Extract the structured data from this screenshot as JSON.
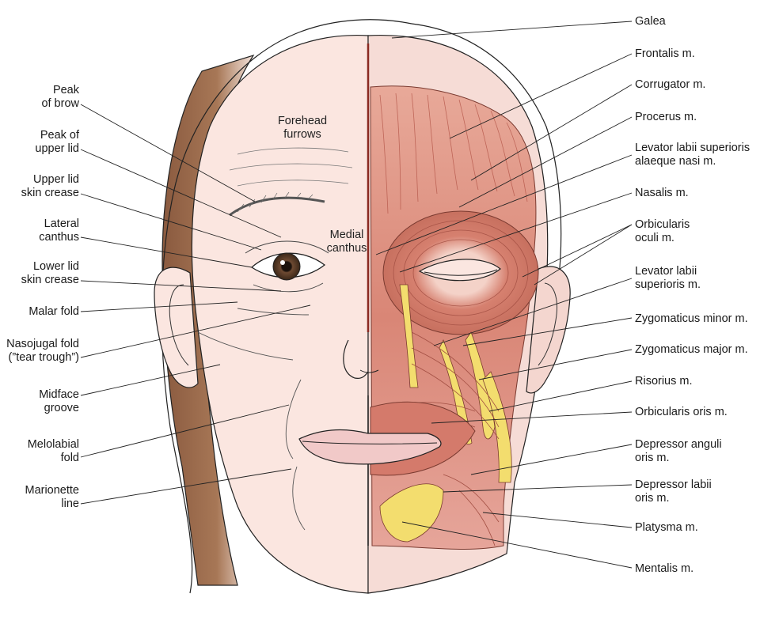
{
  "left_labels": [
    {
      "lines": [
        "Peak",
        "of brow"
      ]
    },
    {
      "lines": [
        "Peak of",
        "upper lid"
      ]
    },
    {
      "lines": [
        "Upper lid",
        "skin crease"
      ]
    },
    {
      "lines": [
        "Lateral",
        "canthus"
      ]
    },
    {
      "lines": [
        "Lower lid",
        "skin crease"
      ]
    },
    {
      "lines": [
        "Malar fold"
      ]
    },
    {
      "lines": [
        "Nasojugal fold",
        "(”tear trough”)"
      ]
    },
    {
      "lines": [
        "Midface",
        "groove"
      ]
    },
    {
      "lines": [
        "Melolabial",
        "fold"
      ]
    },
    {
      "lines": [
        "Marionette",
        "line"
      ]
    }
  ],
  "right_labels": [
    {
      "lines": [
        "Galea"
      ]
    },
    {
      "lines": [
        "Frontalis m."
      ]
    },
    {
      "lines": [
        "Corrugator m."
      ]
    },
    {
      "lines": [
        "Procerus m."
      ]
    },
    {
      "lines": [
        "Levator labii superioris",
        "alaeque nasi m."
      ]
    },
    {
      "lines": [
        "Nasalis m."
      ]
    },
    {
      "lines": [
        "Orbicularis",
        "oculi m."
      ]
    },
    {
      "lines": [
        "Levator labii",
        "superioris m."
      ]
    },
    {
      "lines": [
        "Zygomaticus minor m."
      ]
    },
    {
      "lines": [
        "Zygomaticus major m."
      ]
    },
    {
      "lines": [
        "Risorius m."
      ]
    },
    {
      "lines": [
        "Orbicularis oris m."
      ]
    },
    {
      "lines": [
        "Depressor anguli",
        "oris m."
      ]
    },
    {
      "lines": [
        "Depressor labii",
        "oris m."
      ]
    },
    {
      "lines": [
        "Platysma m."
      ]
    },
    {
      "lines": [
        "Mentalis m."
      ]
    }
  ],
  "inner_labels": {
    "forehead": [
      "Forehead",
      "furrows"
    ],
    "medial": [
      "Medial",
      "canthus"
    ]
  },
  "colors": {
    "skin": "#fbe6e0",
    "hair": "#9b6a4c",
    "muscle": "#d98a7a",
    "muscle_dark": "#b5574a",
    "fat": "#f3dd6e",
    "lip": "#f1c9c8",
    "line": "#222222"
  }
}
